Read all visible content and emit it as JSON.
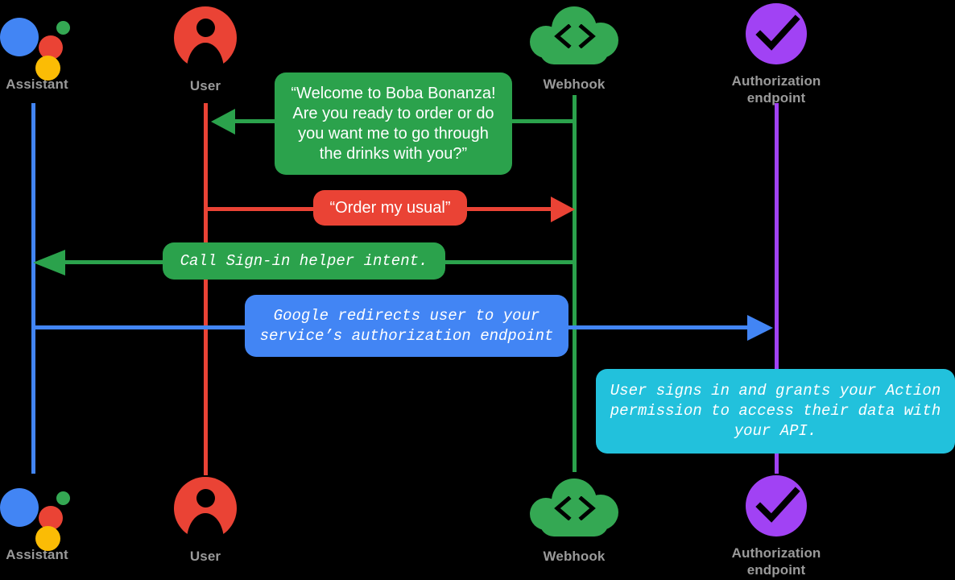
{
  "title": "Account linking sequence diagram",
  "colors": {
    "background": "#000000",
    "assistant_blue": "#4285f4",
    "user_red": "#ea4335",
    "webhook_green": "#2ba24c",
    "auth_purple": "#a142f4",
    "bubble_blue": "#4285f4",
    "bubble_cyan": "#22c1dc",
    "label_gray": "#9a9a9a"
  },
  "actors": [
    {
      "id": "assistant",
      "label": "Assistant",
      "icon": "google-assistant-icon",
      "lifeline_color": "#4285f4"
    },
    {
      "id": "user",
      "label": "User",
      "icon": "user-avatar-icon",
      "lifeline_color": "#ea4335"
    },
    {
      "id": "webhook",
      "label": "Webhook",
      "icon": "cloud-code-icon",
      "lifeline_color": "#2ba24c"
    },
    {
      "id": "auth",
      "label": "Authorization\nendpoint",
      "icon": "purple-checkmark-icon",
      "lifeline_color": "#a142f4"
    }
  ],
  "messages": [
    {
      "id": "welcome",
      "text": "“Welcome to Boba Bonanza! Are you ready to order or do you want me to go through the drinks with you?”",
      "from": "webhook",
      "to": "user",
      "direction": "left",
      "color": "#2ba24c",
      "font": "sans"
    },
    {
      "id": "order-my-usual",
      "text": "“Order my usual”",
      "from": "user",
      "to": "webhook",
      "direction": "right",
      "color": "#ea4335",
      "font": "sans"
    },
    {
      "id": "call-signin-helper",
      "text": "Call Sign-in helper intent.",
      "from": "webhook",
      "to": "assistant",
      "direction": "left",
      "color": "#2ba24c",
      "font": "mono"
    },
    {
      "id": "google-redirect",
      "text": "Google redirects user to your service’s authorization endpoint",
      "from": "assistant",
      "to": "auth",
      "direction": "right",
      "color": "#4285f4",
      "font": "mono"
    },
    {
      "id": "user-signs-in",
      "text": "User signs in and grants your Action permission to access their data with your API.",
      "from": "auth",
      "to": "auth",
      "direction": "none",
      "color": "#22c1dc",
      "font": "mono"
    }
  ]
}
